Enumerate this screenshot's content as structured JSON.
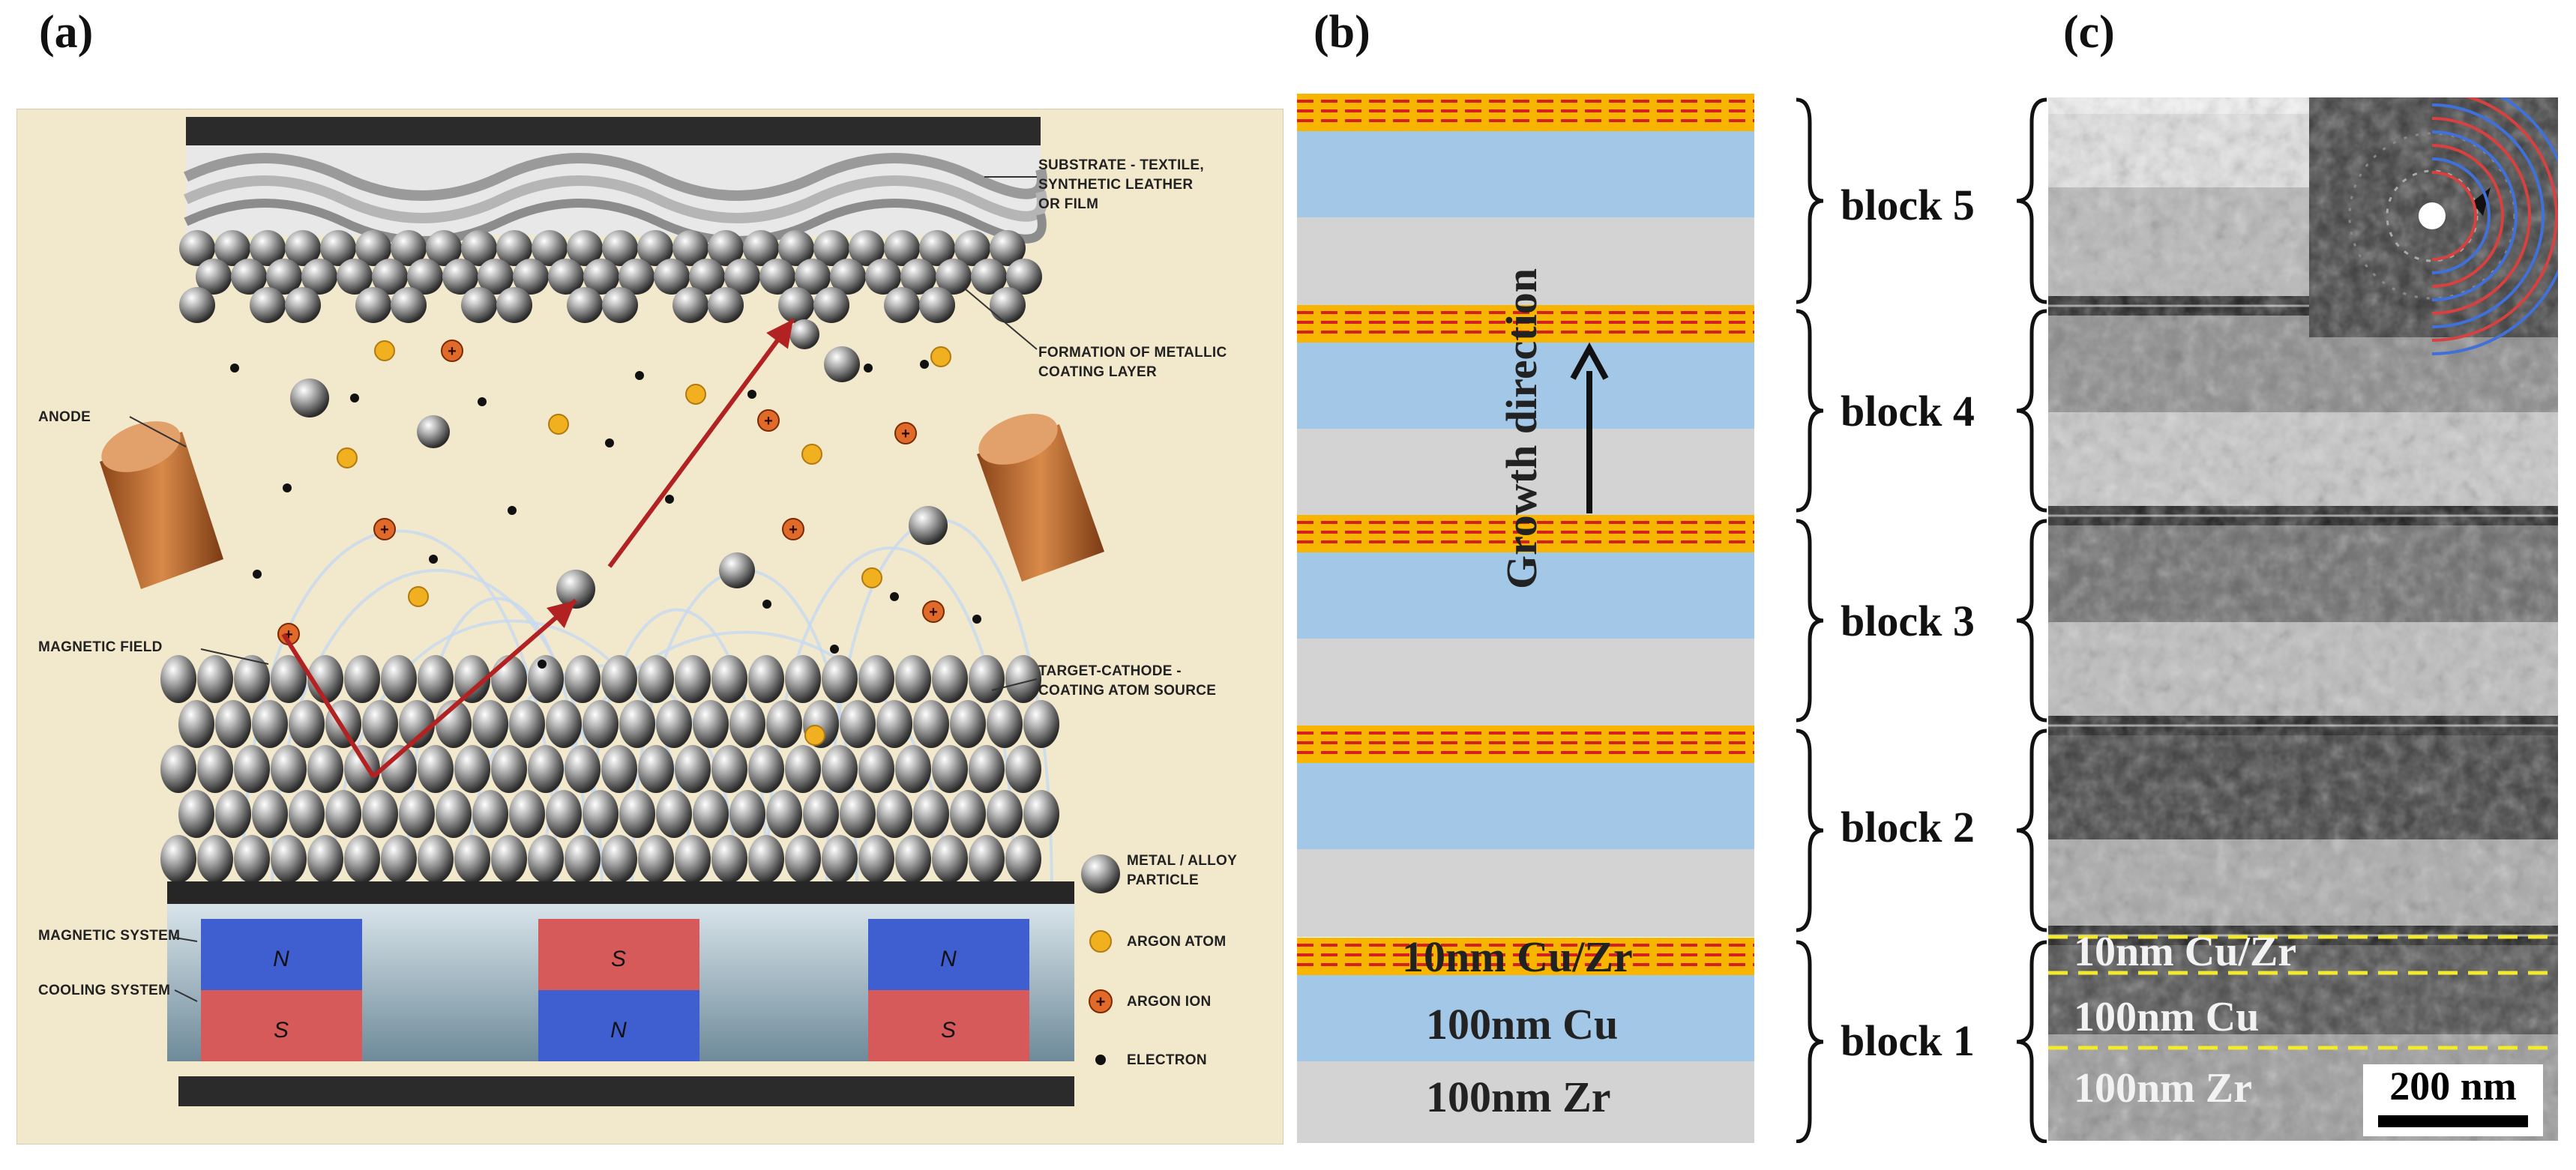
{
  "panels": {
    "a": "(a)",
    "b": "(b)",
    "c": "(c)"
  },
  "panel_a": {
    "labels": {
      "substrate": [
        "SUBSTRATE - TEXTILE,",
        "SYNTHETIC LEATHER",
        "OR FILM"
      ],
      "formation": [
        "FORMATION OF METALLIC",
        "COATING LAYER"
      ],
      "anode": "ANODE",
      "magnetic_field": "MAGNETIC FIELD",
      "target": [
        "TARGET-CATHODE -",
        "COATING ATOM SOURCE"
      ],
      "magnetic_system": "MAGNETIC SYSTEM",
      "cooling_system": "COOLING SYSTEM"
    },
    "magnets": [
      {
        "top": "N",
        "bottom": "S"
      },
      {
        "top": "S",
        "bottom": "N"
      },
      {
        "top": "N",
        "bottom": "S"
      }
    ],
    "legend": [
      {
        "icon": "metal-particle-icon",
        "label": [
          "METAL / ALLOY",
          "PARTICLE"
        ]
      },
      {
        "icon": "argon-atom-icon",
        "label": [
          "ARGON ATOM"
        ]
      },
      {
        "icon": "argon-ion-icon",
        "label": [
          "ARGON ION"
        ]
      },
      {
        "icon": "electron-icon",
        "label": [
          "ELECTRON"
        ]
      }
    ],
    "ion_symbol": "+",
    "colors": {
      "background": "#f2e8cc",
      "north": "#3f5fd0",
      "south": "#d65a5a",
      "argon_atom": "#f0b020",
      "argon_ion": "#e06a2a",
      "trajectory": "#b22222",
      "anode": "#c06a30"
    }
  },
  "panel_b": {
    "blocks": [
      "block 5",
      "block 4",
      "block 3",
      "block 2",
      "block 1"
    ],
    "growth_label": "Growth direction",
    "layers": {
      "cuzr": "10nm Cu/Zr",
      "cu": "100nm Cu",
      "zr": "100nm Zr"
    },
    "colors": {
      "cuzr": "#f7b500",
      "cuzr_lines": "#d62020",
      "cu": "#a3c7e6",
      "zr": "#d3d3d3"
    }
  },
  "panel_c": {
    "layers": {
      "cuzr": "10nm Cu/Zr",
      "cu": "100nm Cu",
      "zr": "100nm Zr"
    },
    "scale_bar": "200 nm",
    "dash_color": "#f2ea2a",
    "saed_ring_colors": [
      "#d94040",
      "#4070d9"
    ]
  }
}
